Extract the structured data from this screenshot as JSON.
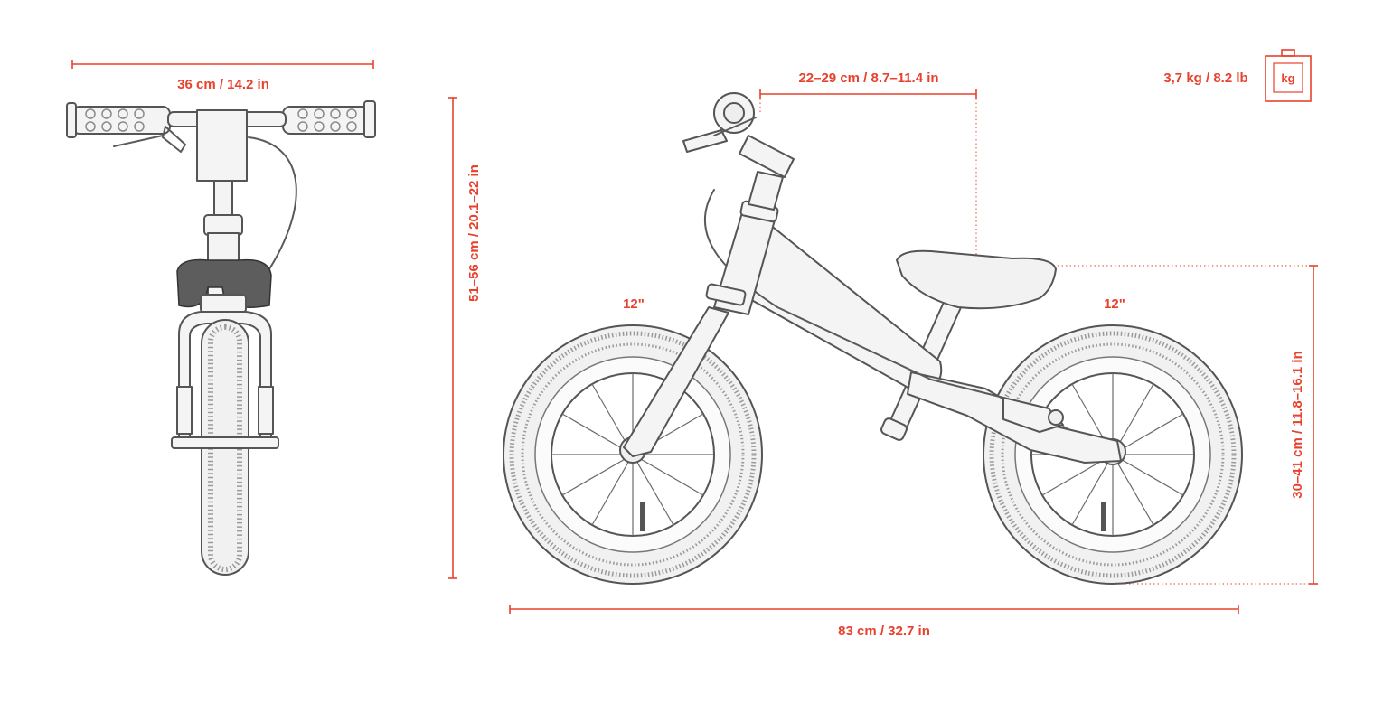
{
  "labels": {
    "handlebar_width": "36 cm / 14.2 in",
    "handlebar_height": "51–56 cm / 20.1–22 in",
    "handlebar_to_saddle": "22–29 cm / 8.7–11.4 in",
    "weight": "3,7 kg / 8.2 lb",
    "weight_unit": "kg",
    "front_wheel_size": "12\"",
    "rear_wheel_size": "12\"",
    "saddle_height": "30–41 cm / 11.8–16.1 in",
    "total_length": "83 cm / 32.7 in"
  },
  "colors": {
    "dimension": "#e8412c",
    "outline": "#555555",
    "fill": "#f1f1f1"
  },
  "icons": [
    "weight-icon"
  ]
}
